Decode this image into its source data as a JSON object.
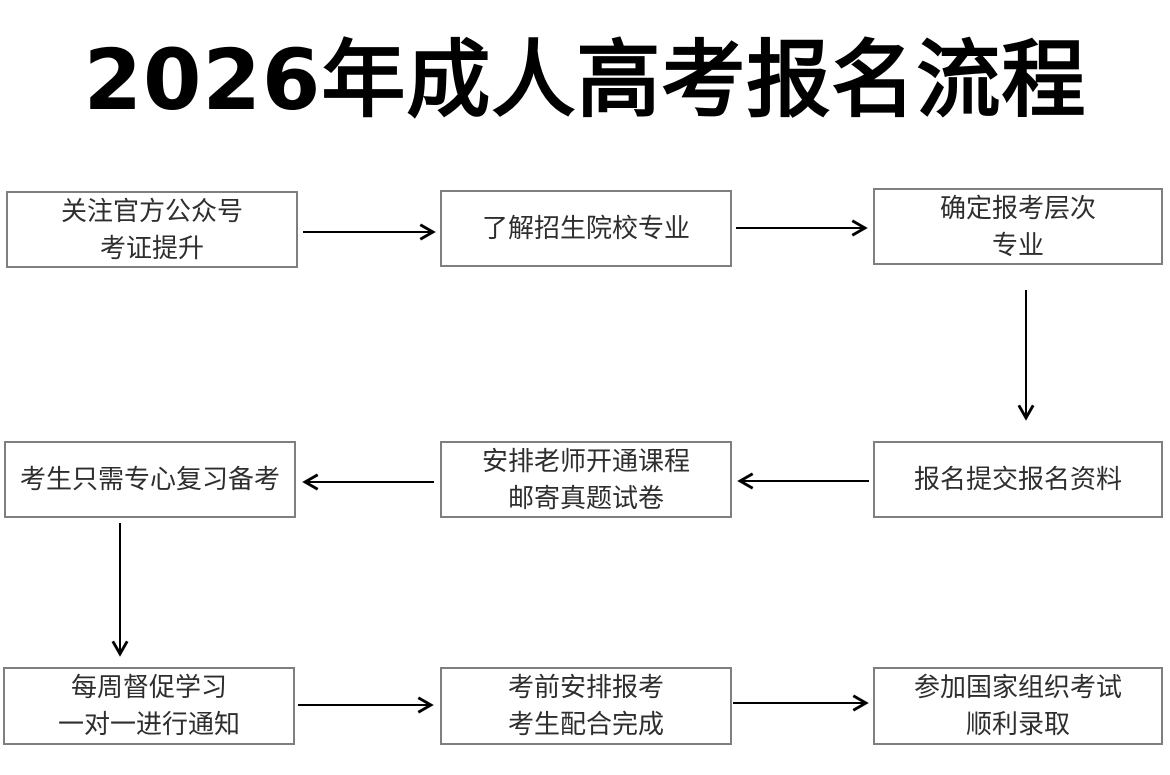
{
  "title": "2026年成人高考报名流程",
  "colors": {
    "background": "#ffffff",
    "title_text": "#000000",
    "box_border": "#7f7f7f",
    "box_text": "#2e2e2e",
    "arrow": "#000000"
  },
  "flowchart": {
    "nodes": [
      {
        "id": 1,
        "line1": "关注官方公众号",
        "line2": "考证提升"
      },
      {
        "id": 2,
        "line1": "了解招生院校专业"
      },
      {
        "id": 3,
        "line1": "确定报考层次",
        "line2": "专业"
      },
      {
        "id": 4,
        "line1": "报名提交报名资料"
      },
      {
        "id": 5,
        "line1": "安排老师开通课程",
        "line2": "邮寄真题试卷"
      },
      {
        "id": 6,
        "line1": "考生只需专心复习备考"
      },
      {
        "id": 7,
        "line1": "每周督促学习",
        "line2": "一对一进行通知"
      },
      {
        "id": 8,
        "line1": "考前安排报考",
        "line2": "考生配合完成"
      },
      {
        "id": 9,
        "line1": "参加国家组织考试",
        "line2": "顺利录取"
      }
    ],
    "edges": [
      {
        "from": 1,
        "to": 2,
        "direction": "right"
      },
      {
        "from": 2,
        "to": 3,
        "direction": "right"
      },
      {
        "from": 3,
        "to": 4,
        "direction": "down"
      },
      {
        "from": 4,
        "to": 5,
        "direction": "left"
      },
      {
        "from": 5,
        "to": 6,
        "direction": "left"
      },
      {
        "from": 6,
        "to": 7,
        "direction": "down"
      },
      {
        "from": 7,
        "to": 8,
        "direction": "right"
      },
      {
        "from": 8,
        "to": 9,
        "direction": "right"
      }
    ]
  }
}
